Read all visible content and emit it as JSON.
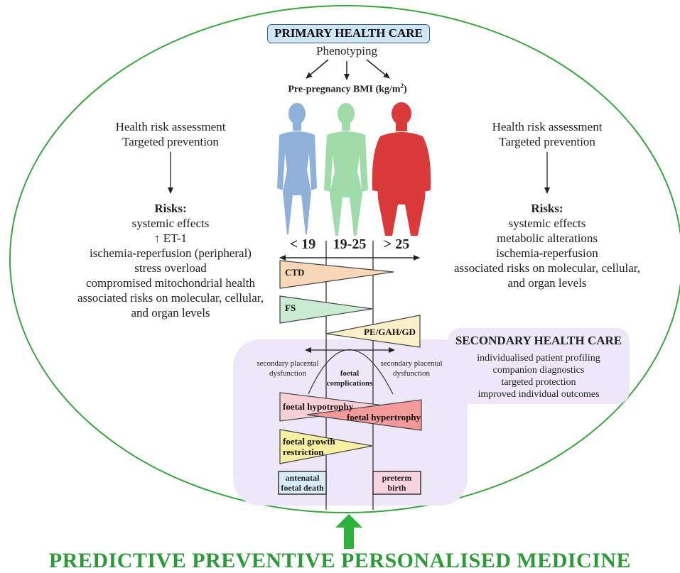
{
  "header": {
    "primary_health_care": "PRIMARY HEALTH CARE",
    "phenotyping": "Phenotyping",
    "bmi_title": "Pre-pregnancy BMI (kg/m",
    "bmi_sup": "2",
    "bmi_close": ")"
  },
  "bmi_groups": [
    {
      "label": "< 19",
      "color": "#8fb1d9"
    },
    {
      "label": "19-25",
      "color": "#9fdcaa"
    },
    {
      "label": "> 25",
      "color": "#d93a3a"
    }
  ],
  "left_panel": {
    "assessment": [
      "Health risk assessment",
      "Targeted prevention"
    ],
    "risks_title": "Risks:",
    "risks": [
      "systemic effects",
      "↑ ET-1",
      "ischemia-reperfusion (peripheral)",
      "stress overload",
      "compromised mitochondrial health",
      "associated risks on molecular, cellular,",
      "and organ levels"
    ]
  },
  "right_panel": {
    "assessment": [
      "Health risk assessment",
      "Targeted prevention"
    ],
    "risks_title": "Risks:",
    "risks": [
      "systemic effects",
      "metabolic alterations",
      "ischemia-reperfusion",
      "associated risks on molecular, cellular,",
      "and organ levels"
    ]
  },
  "triangles": {
    "ctd": "CTD",
    "fs": "FS",
    "pe": "PE/GAH/GD",
    "hypotrophy": "foetal hypotrophy",
    "hypertrophy": "foetal hypertrophy",
    "fgr_line1": "foetal growth",
    "fgr_line2": "restriction"
  },
  "placental": {
    "left_line1": "secondary placental",
    "left_line2": "dysfunction",
    "right_line1": "secondary placental",
    "right_line2": "dysfunction",
    "center_line1": "foetal",
    "center_line2": "complications"
  },
  "outcomes": {
    "antenatal_line1": "antenatal",
    "antenatal_line2": "foetal death",
    "preterm_line1": "preterm",
    "preterm_line2": "birth"
  },
  "secondary_health_care": {
    "title": "SECONDARY HEALTH CARE",
    "items": [
      "individualised patient profiling",
      "companion diagnostics",
      "targeted protection",
      "improved individual outcomes"
    ]
  },
  "footer": {
    "title": "PREDICTIVE PREVENTIVE PERSONALISED MEDICINE"
  },
  "colors": {
    "ellipse": "#3aa63f",
    "arrow": "#2fb23c",
    "ctd": "#f8d6b8",
    "fs": "#c9ecd2",
    "pe": "#fbf0c8",
    "hypotrophy": "#f7d0d6",
    "hypertrophy": "#f29a9a",
    "fgr": "#f8f0a0",
    "antenatal": "#d8ecf8",
    "preterm": "#f9d3e0",
    "secondary_region": "#ece8f8"
  }
}
